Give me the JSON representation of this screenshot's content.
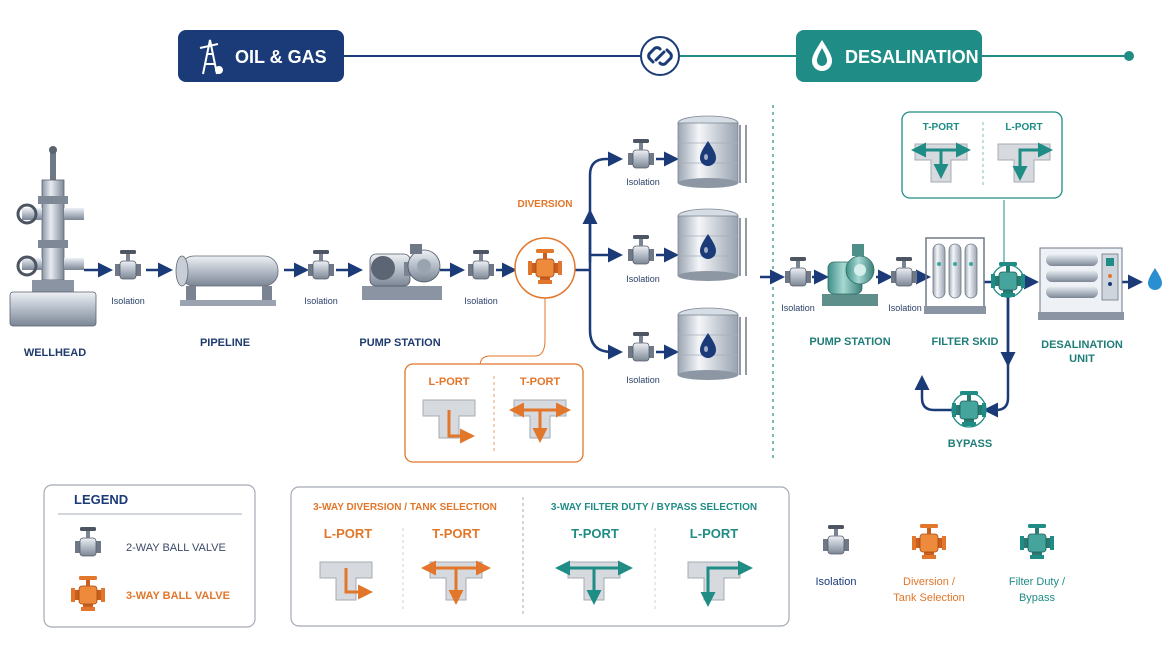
{
  "header": {
    "oil_gas_label": "OIL & GAS",
    "desalination_label": "DESALINATION",
    "colors": {
      "navy": "#1a3a78",
      "teal": "#1f8c85",
      "orange": "#e2762a"
    }
  },
  "oil_gas": {
    "wellhead": "WELLHEAD",
    "pipeline": "PIPELINE",
    "pump_station": "PUMP STATION",
    "isolation_1": "Isolation",
    "isolation_2": "Isolation",
    "isolation_3": "Isolation",
    "diversion": "DIVERSION",
    "tank_isolation_1": "Isolation",
    "tank_isolation_2": "Isolation",
    "tank_isolation_3": "Isolation",
    "callout_l_port": "L-PORT",
    "callout_t_port": "T-PORT"
  },
  "desalination": {
    "isolation_1": "Isolation",
    "isolation_2": "Isolation",
    "pump_station": "PUMP STATION",
    "filter_skid": "FILTER SKID",
    "desal_unit_line1": "DESALINATION",
    "desal_unit_line2": "UNIT",
    "bypass": "BYPASS",
    "callout_t_port": "T-PORT",
    "callout_l_port": "L-PORT"
  },
  "legend": {
    "title": "LEGEND",
    "two_way": "2-WAY BALL VALVE",
    "three_way": "3-WAY BALL VALVE"
  },
  "ports_panel": {
    "left_title": "3-WAY DIVERSION / TANK SELECTION",
    "right_title": "3-WAY FILTER DUTY / BYPASS SELECTION",
    "left_l": "L-PORT",
    "left_t": "T-PORT",
    "right_t": "T-PORT",
    "right_l": "L-PORT"
  },
  "icon_key": {
    "isolation": "Isolation",
    "diversion_line1": "Diversion /",
    "diversion_line2": "Tank Selection",
    "filter_line1": "Filter Duty /",
    "filter_line2": "Bypass"
  },
  "icons": [
    "oil-derrick-icon",
    "link-icon",
    "water-drop-icon"
  ]
}
